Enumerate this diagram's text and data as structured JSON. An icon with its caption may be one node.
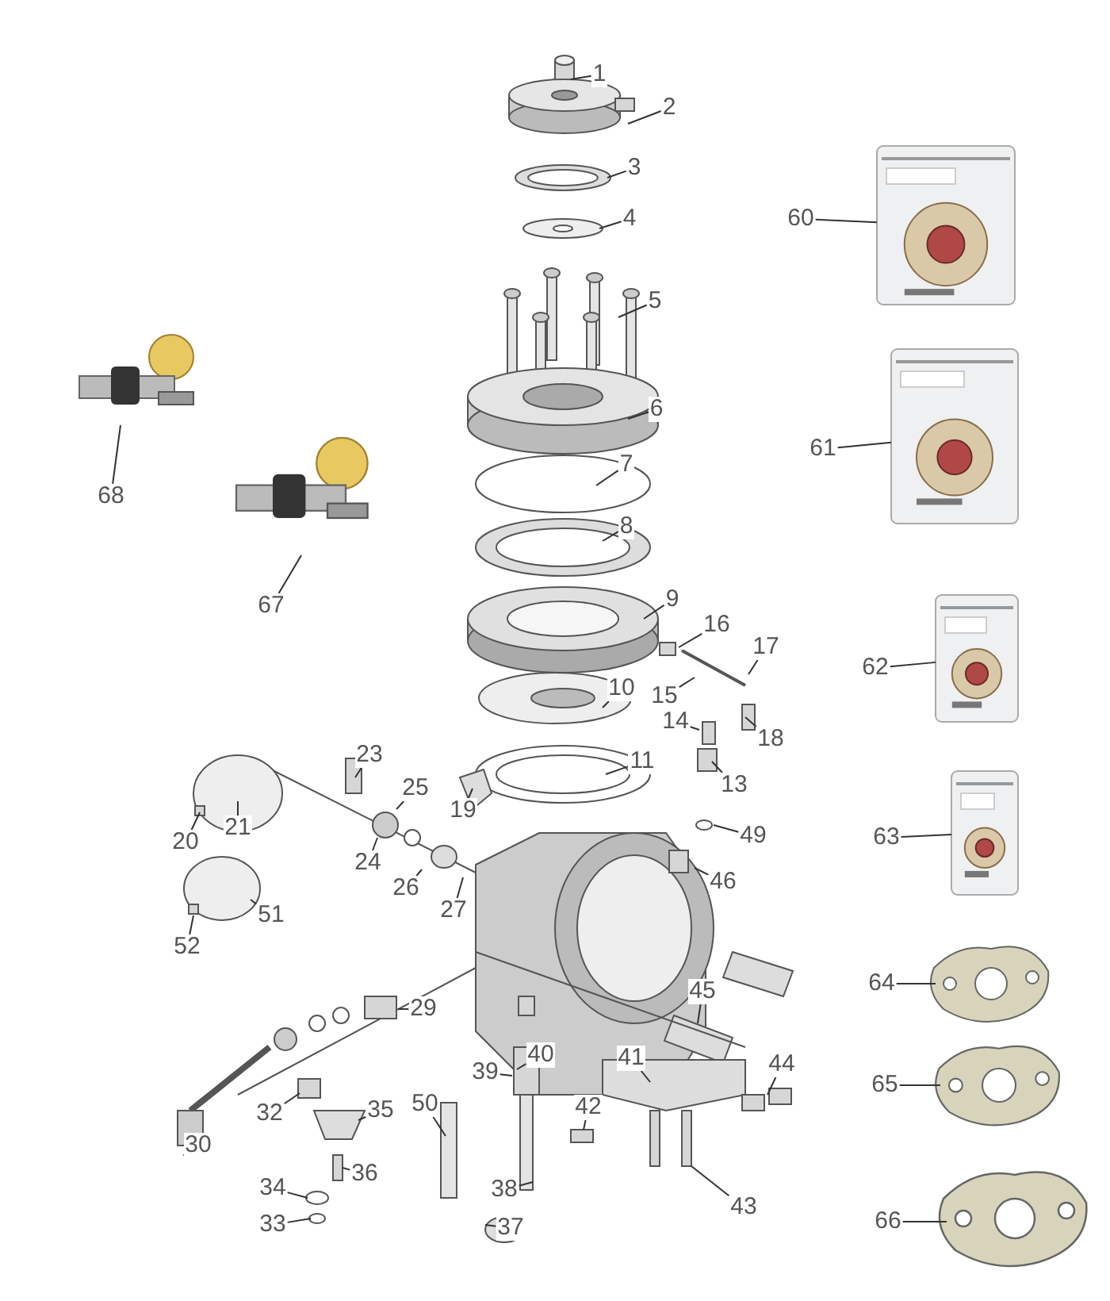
{
  "diagram": {
    "nodes": [
      {
        "text": [
          "1"
        ]
      },
      {
        "text": [
          "2"
        ]
      },
      {
        "text": [
          "3"
        ]
      },
      {
        "text": [
          "4"
        ]
      },
      {
        "text": [
          "5"
        ]
      },
      {
        "text": [
          "6"
        ]
      },
      {
        "text": [
          "7"
        ]
      },
      {
        "text": [
          "8"
        ]
      },
      {
        "text": [
          "9"
        ]
      },
      {
        "text": [
          "10"
        ]
      },
      {
        "text": [
          "11"
        ]
      },
      {
        "text": [
          "13"
        ]
      },
      {
        "text": [
          "14"
        ]
      },
      {
        "text": [
          "15"
        ]
      },
      {
        "text": [
          "16"
        ]
      },
      {
        "text": [
          "17"
        ]
      },
      {
        "text": [
          "18"
        ]
      },
      {
        "text": [
          "19"
        ]
      },
      {
        "text": [
          "20"
        ]
      },
      {
        "text": [
          "21"
        ]
      },
      {
        "text": [
          "23"
        ]
      },
      {
        "text": [
          "24"
        ]
      },
      {
        "text": [
          "25"
        ]
      },
      {
        "text": [
          "26"
        ]
      },
      {
        "text": [
          "27"
        ]
      },
      {
        "text": [
          "29"
        ]
      },
      {
        "text": [
          "30"
        ]
      },
      {
        "text": [
          "32"
        ]
      },
      {
        "text": [
          "33"
        ]
      },
      {
        "text": [
          "34"
        ]
      },
      {
        "text": [
          "35"
        ]
      },
      {
        "text": [
          "36"
        ]
      },
      {
        "text": [
          "37"
        ]
      },
      {
        "text": [
          "38"
        ]
      },
      {
        "text": [
          "39"
        ]
      },
      {
        "text": [
          "40"
        ]
      },
      {
        "text": [
          "41"
        ]
      },
      {
        "text": [
          "42"
        ]
      },
      {
        "text": [
          "43"
        ]
      },
      {
        "text": [
          "44"
        ]
      },
      {
        "text": [
          "45"
        ]
      },
      {
        "text": [
          "46"
        ]
      },
      {
        "text": [
          "49"
        ]
      },
      {
        "text": [
          "50"
        ]
      },
      {
        "text": [
          "51"
        ]
      },
      {
        "text": [
          "52"
        ]
      },
      {
        "text": [
          "60"
        ]
      },
      {
        "text": [
          "61"
        ]
      },
      {
        "text": [
          "62"
        ]
      },
      {
        "text": [
          "63"
        ]
      },
      {
        "text": [
          "64"
        ]
      },
      {
        "text": [
          "65"
        ]
      },
      {
        "text": [
          "66"
        ]
      },
      {
        "text": [
          "67"
        ]
      },
      {
        "text": [
          "68"
        ]
      },
      {
        "text": [],
        "shape": "picture"
      },
      {
        "text": [],
        "shape": "picture"
      },
      {
        "text": [],
        "shape": "picture"
      },
      {
        "text": [],
        "shape": "picture"
      }
    ],
    "edges": [
      {
        "from": 0,
        "to": null,
        "arrow": "none"
      },
      {
        "from": 1,
        "to": null,
        "arrow": "none"
      },
      {
        "from": 2,
        "to": null,
        "arrow": "none"
      },
      {
        "from": 3,
        "to": null,
        "arrow": "none"
      },
      {
        "from": 4,
        "to": null,
        "arrow": "none"
      },
      {
        "from": 5,
        "to": null,
        "arrow": "none"
      },
      {
        "from": 6,
        "to": null,
        "arrow": "none"
      },
      {
        "from": 7,
        "to": null,
        "arrow": "none"
      },
      {
        "from": 8,
        "to": null,
        "arrow": "none"
      },
      {
        "from": 9,
        "to": null,
        "arrow": "none"
      },
      {
        "from": 10,
        "to": null,
        "arrow": "none"
      },
      {
        "from": 11,
        "to": null,
        "arrow": "none"
      },
      {
        "from": 12,
        "to": null,
        "arrow": "none"
      },
      {
        "from": 13,
        "to": null,
        "arrow": "none"
      },
      {
        "from": 14,
        "to": null,
        "arrow": "none"
      },
      {
        "from": 15,
        "to": null,
        "arrow": "none"
      },
      {
        "from": 16,
        "to": null,
        "arrow": "none"
      },
      {
        "from": 17,
        "to": null,
        "arrow": "none"
      },
      {
        "from": 18,
        "to": null,
        "arrow": "none"
      },
      {
        "from": 19,
        "to": null,
        "arrow": "none"
      },
      {
        "from": 20,
        "to": null,
        "arrow": "none"
      },
      {
        "from": 21,
        "to": null,
        "arrow": "none"
      },
      {
        "from": 22,
        "to": null,
        "arrow": "none"
      },
      {
        "from": 23,
        "to": null,
        "arrow": "none"
      },
      {
        "from": 24,
        "to": null,
        "arrow": "none"
      },
      {
        "from": 25,
        "to": null,
        "arrow": "none"
      },
      {
        "from": 26,
        "to": null,
        "arrow": "none"
      },
      {
        "from": 27,
        "to": null,
        "arrow": "none"
      },
      {
        "from": 28,
        "to": null,
        "arrow": "none"
      },
      {
        "from": 29,
        "to": null,
        "arrow": "none"
      },
      {
        "from": 30,
        "to": null,
        "arrow": "none"
      },
      {
        "from": 31,
        "to": null,
        "arrow": "none"
      },
      {
        "from": 32,
        "to": null,
        "arrow": "none"
      },
      {
        "from": 33,
        "to": null,
        "arrow": "none"
      },
      {
        "from": 34,
        "to": null,
        "arrow": "none"
      },
      {
        "from": 35,
        "to": null,
        "arrow": "none"
      },
      {
        "from": 36,
        "to": null,
        "arrow": "none"
      },
      {
        "from": 37,
        "to": null,
        "arrow": "none"
      },
      {
        "from": 38,
        "to": null,
        "arrow": "none"
      },
      {
        "from": 39,
        "to": null,
        "arrow": "none"
      },
      {
        "from": 40,
        "to": null,
        "arrow": "none"
      },
      {
        "from": 41,
        "to": null,
        "arrow": "none"
      },
      {
        "from": 42,
        "to": null,
        "arrow": "none"
      },
      {
        "from": 43,
        "to": null,
        "arrow": "none"
      },
      {
        "from": 44,
        "to": null,
        "arrow": "none"
      },
      {
        "from": 45,
        "to": null,
        "arrow": "none"
      },
      {
        "from": 46,
        "to": 55,
        "arrow": "none"
      },
      {
        "from": 47,
        "to": 56,
        "arrow": "none"
      },
      {
        "from": 48,
        "to": 57,
        "arrow": "none"
      },
      {
        "from": 49,
        "to": 58,
        "arrow": "none"
      },
      {
        "from": 50,
        "to": null,
        "arrow": "none"
      },
      {
        "from": 51,
        "to": null,
        "arrow": "none"
      },
      {
        "from": 52,
        "to": null,
        "arrow": "none"
      },
      {
        "from": 53,
        "to": null,
        "arrow": "none"
      },
      {
        "from": 54,
        "to": null,
        "arrow": "none"
      }
    ]
  }
}
